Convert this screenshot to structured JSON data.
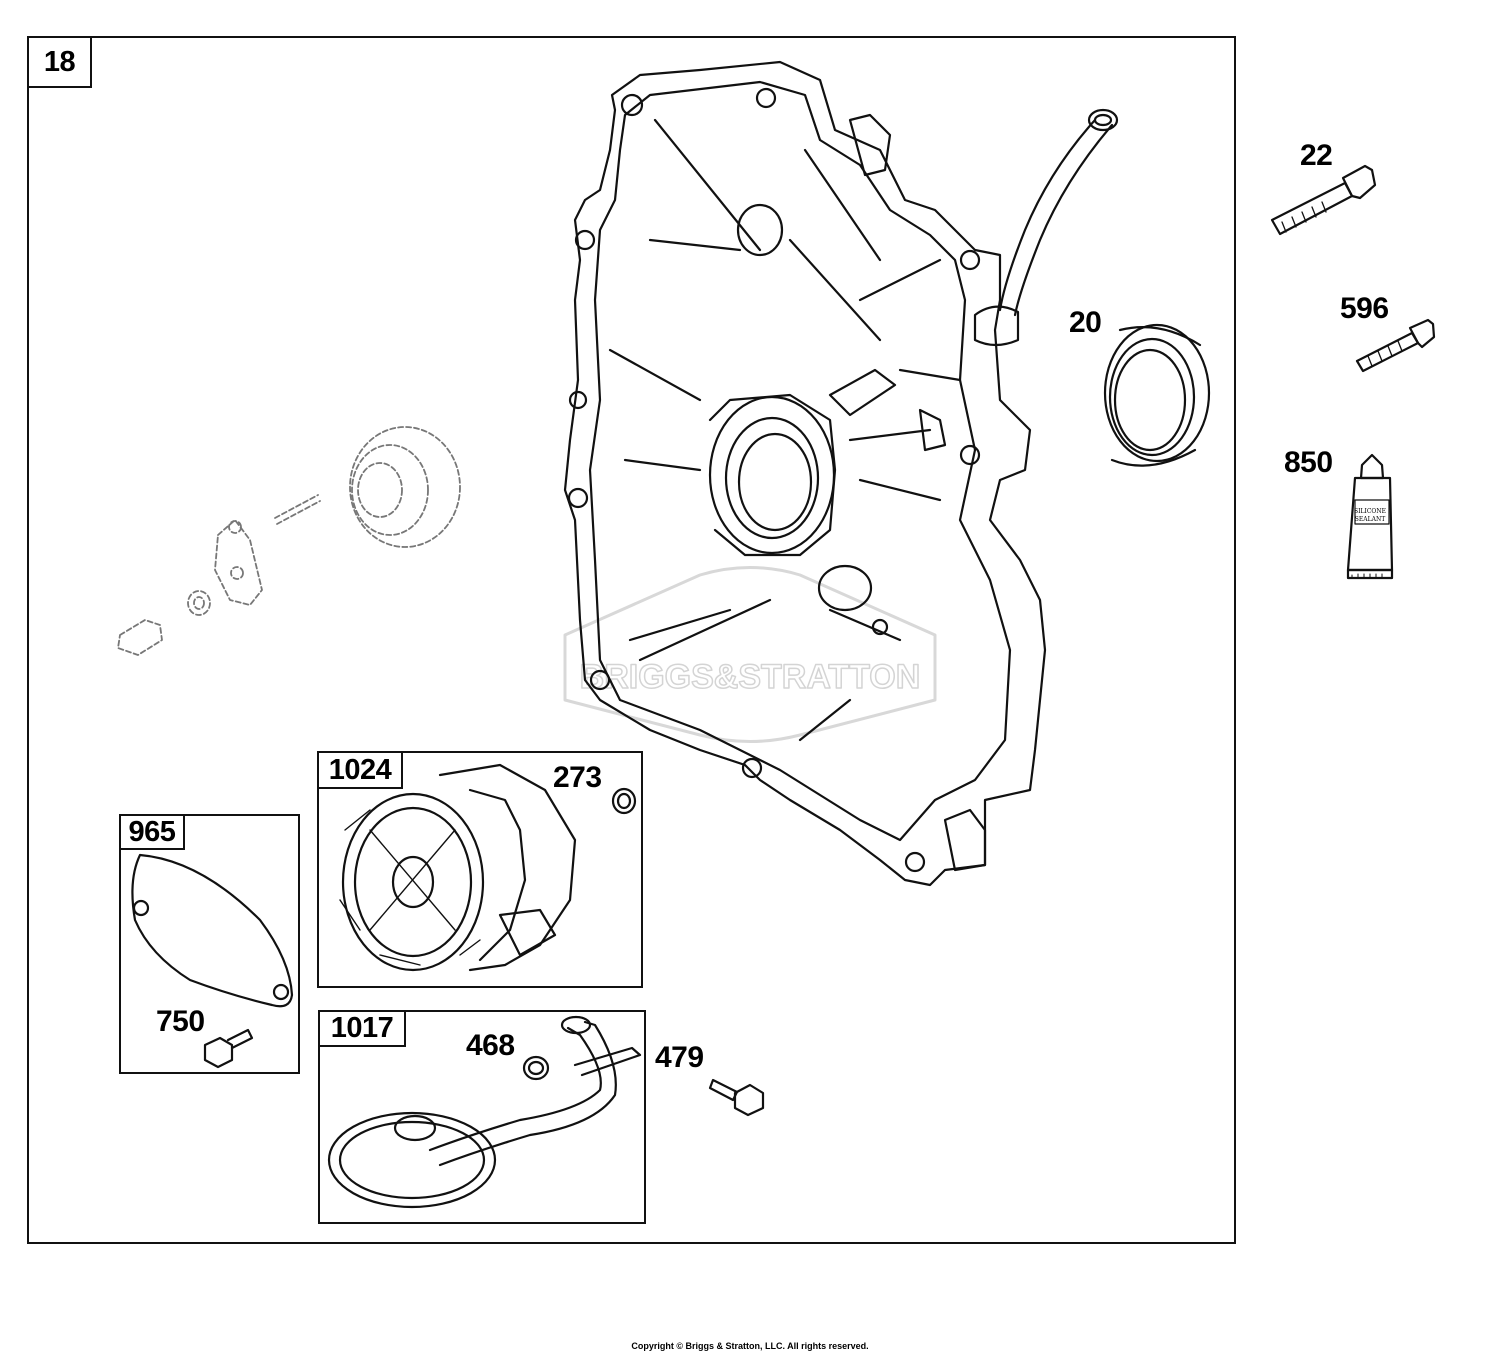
{
  "diagram": {
    "main_tag": "18",
    "sub_assemblies": [
      {
        "tag": "1024",
        "item": "273"
      },
      {
        "tag": "965",
        "item": "750"
      },
      {
        "tag": "1017",
        "items": [
          "468"
        ]
      }
    ],
    "callouts": {
      "c20": "20",
      "c22": "22",
      "c596": "596",
      "c850": "850",
      "c273": "273",
      "c750": "750",
      "c468": "468",
      "c479": "479"
    },
    "sealant_label_line1": "SILICONE",
    "sealant_label_line2": "SEALANT",
    "watermark": "BRIGGS&STRATTON"
  },
  "footer": {
    "copyright": "Copyright © Briggs & Stratton, LLC. All rights reserved."
  }
}
